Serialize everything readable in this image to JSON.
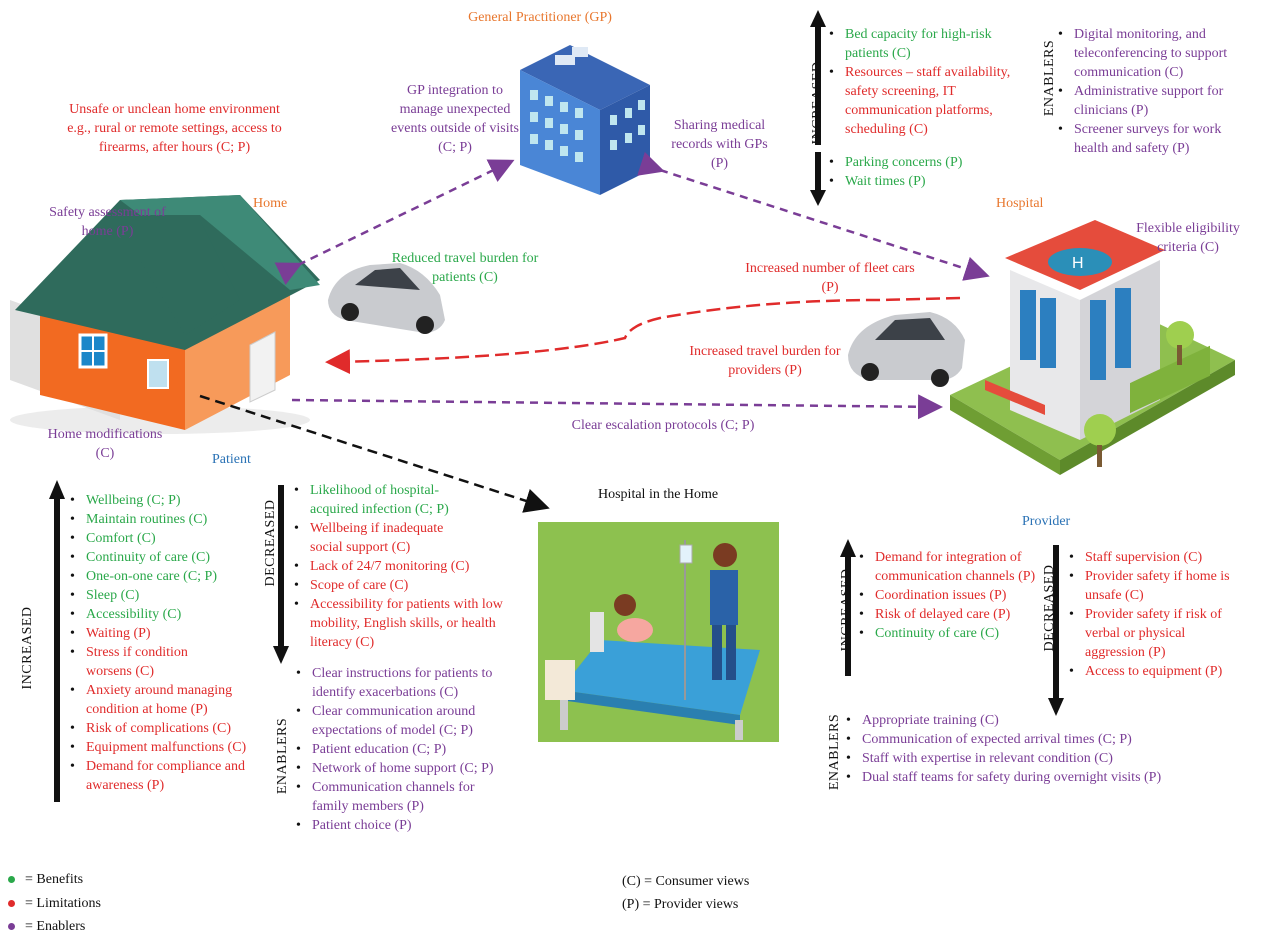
{
  "labels": {
    "gp_title": "General Practitioner (GP)",
    "home_title": "Home",
    "hospital_title": "Hospital",
    "patient_title": "Patient",
    "provider_title": "Provider",
    "hith_title": "Hospital in the Home"
  },
  "annotations": {
    "unsafe_home": "Unsafe or unclean home environment e.g., rural or remote settings, access to firearms, after hours (C; P)",
    "safety_assessment": "Safety assessment of home (P)",
    "home_modifications": "Home modifications (C)",
    "gp_integration": "GP integration to manage unexpected events outside of visits (C; P)",
    "sharing_records": "Sharing medical records with GPs (P)",
    "reduced_travel": "Reduced travel burden for patients (C)",
    "increased_fleet": "Increased number of fleet cars (P)",
    "increased_travel": "Increased travel burden for providers (P)",
    "clear_escalation": "Clear escalation protocols (C; P)",
    "flexible_eligibility": "Flexible eligibility criteria (C)"
  },
  "hospital_section": {
    "increased_label": "INCREASED",
    "enablers_label": "ENABLERS",
    "increased": [
      {
        "text": "Bed capacity for high-risk patients (C)",
        "kind": "benefit"
      },
      {
        "text": "Resources – staff availability, safety screening, IT communication platforms, scheduling (C)",
        "kind": "limitation"
      }
    ],
    "decreased": [
      {
        "text": "Parking concerns (P)",
        "kind": "benefit"
      },
      {
        "text": "Wait times (P)",
        "kind": "benefit"
      }
    ],
    "enablers": [
      {
        "text": "Digital monitoring, and teleconferencing to support communication (C)",
        "kind": "enabler"
      },
      {
        "text": "Administrative support for clinicians (P)",
        "kind": "enabler"
      },
      {
        "text": "Screener surveys for work health and safety (P)",
        "kind": "enabler"
      }
    ]
  },
  "patient_section": {
    "increased_label": "INCREASED",
    "decreased_label": "DECREASED",
    "enablers_label": "ENABLERS",
    "increased": [
      {
        "text": "Wellbeing (C; P)",
        "kind": "benefit"
      },
      {
        "text": "Maintain routines (C)",
        "kind": "benefit"
      },
      {
        "text": "Comfort (C)",
        "kind": "benefit"
      },
      {
        "text": "Continuity of care (C)",
        "kind": "benefit"
      },
      {
        "text": "One-on-one care (C; P)",
        "kind": "benefit"
      },
      {
        "text": "Sleep (C)",
        "kind": "benefit"
      },
      {
        "text": "Accessibility (C)",
        "kind": "benefit"
      },
      {
        "text": "Waiting (P)",
        "kind": "limitation"
      },
      {
        "text": "Stress if condition worsens (C)",
        "kind": "limitation"
      },
      {
        "text": "Anxiety around managing condition at home (P)",
        "kind": "limitation"
      },
      {
        "text": "Risk of complications (C)",
        "kind": "limitation"
      },
      {
        "text": "Equipment malfunctions (C)",
        "kind": "limitation"
      },
      {
        "text": "Demand for compliance and awareness (P)",
        "kind": "limitation"
      }
    ],
    "decreased": [
      {
        "text": "Likelihood of hospital-acquired infection (C; P)",
        "kind": "benefit"
      },
      {
        "text": "Wellbeing if inadequate social support (C)",
        "kind": "limitation"
      },
      {
        "text": "Lack of 24/7 monitoring (C)",
        "kind": "limitation"
      },
      {
        "text": "Scope of care (C)",
        "kind": "limitation"
      },
      {
        "text": "Accessibility for patients with low mobility, English skills, or health literacy (C)",
        "kind": "limitation"
      }
    ],
    "enablers": [
      {
        "text": "Clear instructions for patients to identify exacerbations (C)",
        "kind": "enabler"
      },
      {
        "text": "Clear communication around expectations of model (C; P)",
        "kind": "enabler"
      },
      {
        "text": "Patient education (C; P)",
        "kind": "enabler"
      },
      {
        "text": "Network of home support (C; P)",
        "kind": "enabler"
      },
      {
        "text": "Communication channels for family members (P)",
        "kind": "enabler"
      },
      {
        "text": "Patient choice (P)",
        "kind": "enabler"
      }
    ]
  },
  "provider_section": {
    "increased_label": "INCREASED",
    "decreased_label": "DECREASED",
    "enablers_label": "ENABLERS",
    "increased": [
      {
        "text": "Demand for integration of communication channels (P)",
        "kind": "limitation"
      },
      {
        "text": "Coordination issues (P)",
        "kind": "limitation"
      },
      {
        "text": "Risk of delayed care (P)",
        "kind": "limitation"
      },
      {
        "text": "Continuity of care (C)",
        "kind": "benefit"
      }
    ],
    "decreased": [
      {
        "text": "Staff supervision (C)",
        "kind": "limitation"
      },
      {
        "text": "Provider safety if home is unsafe (C)",
        "kind": "limitation"
      },
      {
        "text": "Provider safety if risk of verbal or physical aggression (P)",
        "kind": "limitation"
      },
      {
        "text": "Access to equipment (P)",
        "kind": "limitation"
      }
    ],
    "enablers": [
      {
        "text": "Appropriate training (C)",
        "kind": "enabler"
      },
      {
        "text": "Communication of expected arrival times (C; P)",
        "kind": "enabler"
      },
      {
        "text": "Staff with expertise in relevant condition (C)",
        "kind": "enabler"
      },
      {
        "text": "Dual staff teams for safety during overnight visits (P)",
        "kind": "enabler"
      }
    ]
  },
  "legend": {
    "benefits": "= Benefits",
    "limitations": "= Limitations",
    "enablers": "= Enablers",
    "consumer": "(C) = Consumer views",
    "provider": "(P) = Provider views"
  },
  "colors": {
    "benefit": "#2aa84a",
    "limitation": "#e02b2b",
    "enabler": "#7a3d96",
    "title_orange": "#e8772e",
    "title_blue": "#2a72b5"
  }
}
